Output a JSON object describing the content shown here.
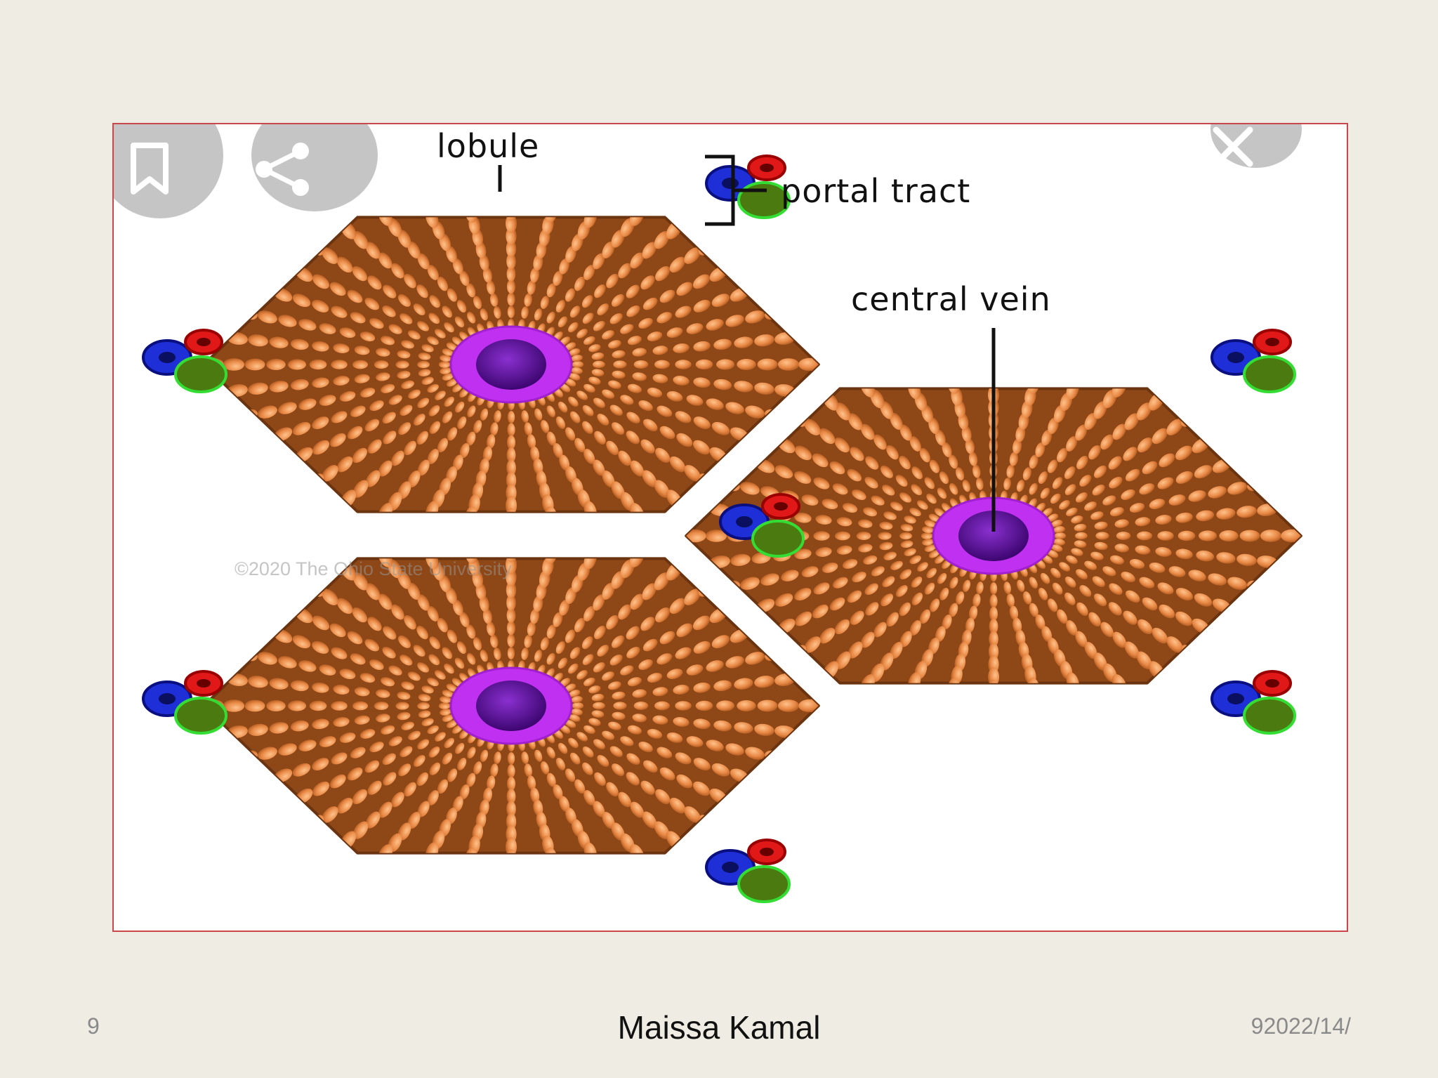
{
  "diagram": {
    "labels": {
      "lobule": "lobule",
      "portal_tract": "portal tract",
      "central_vein": "central vein"
    },
    "watermark": "©2020 The Ohio State University",
    "overlay_icons": [
      "bookmark-icon",
      "share-icon",
      "close-icon"
    ],
    "colors": {
      "lobule_fill": "#8e4716",
      "hepatocyte": "#e88845",
      "central_vein_ring": "#c030f0",
      "central_vein_core": "#5a0a9a",
      "portal_blue": "#1f2fd8",
      "portal_red": "#e01818",
      "portal_green": "#4a7a10",
      "frame_border": "#c9474a"
    }
  },
  "footer": {
    "page_number": "9",
    "author": "Maissa Kamal",
    "date": "92022/14/"
  }
}
